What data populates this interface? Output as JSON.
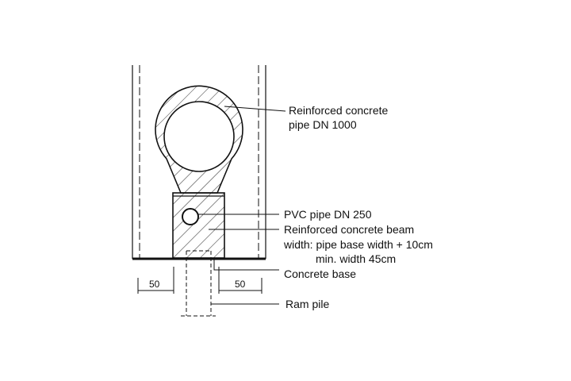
{
  "labels": {
    "concrete_pipe_line1": "Reinforced concrete",
    "concrete_pipe_line2": "pipe DN 1000",
    "pvc_pipe": "PVC pipe DN 250",
    "beam_line1": "Reinforced concrete beam",
    "beam_line2": "width: pipe base width + 10cm",
    "beam_line3": "min. width 45cm",
    "concrete_base": "Concrete base",
    "ram_pile": "Ram pile"
  },
  "dimensions": {
    "left": "50",
    "right": "50"
  }
}
